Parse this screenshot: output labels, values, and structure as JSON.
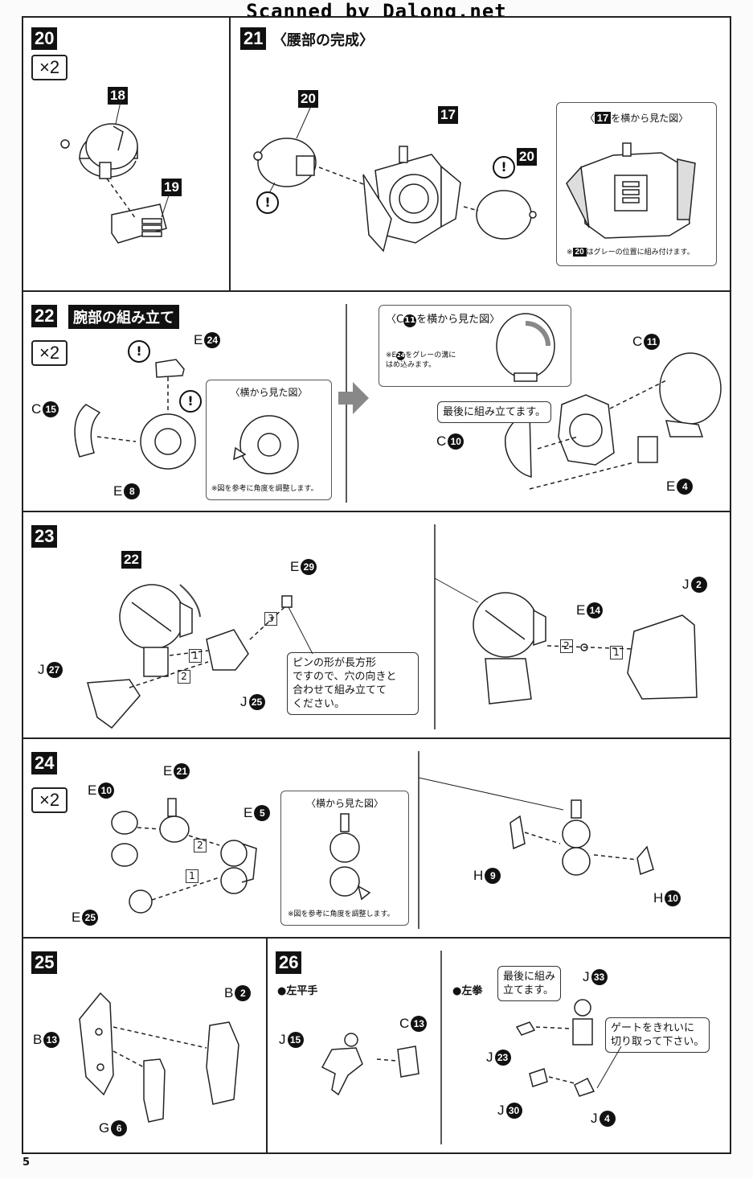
{
  "banner": "Scanned by Dalong.net",
  "page_number": "5",
  "steps": {
    "s20": {
      "num": "20",
      "mult": "×2",
      "parts": {
        "a": "18",
        "b": "19"
      }
    },
    "s21": {
      "num": "21",
      "title": "〈腰部の完成〉",
      "parts": {
        "a": "20",
        "b": "17",
        "c": "20"
      },
      "inset_title_pre": "〈",
      "inset_title_num": "17",
      "inset_title_post": "を横から見た図〉",
      "inset_note_pre": "※",
      "inset_note_num": "20",
      "inset_note_post": "はグレーの位置に組み付けます。"
    },
    "s22": {
      "num": "22",
      "title": "腕部の組み立て",
      "mult": "×2",
      "labels": {
        "e24_l": "E",
        "e24_n": "24",
        "c15_l": "C",
        "c15_n": "15",
        "e8_l": "E",
        "e8_n": "8",
        "c11_l": "C",
        "c11_n": "11",
        "c10_l": "C",
        "c10_n": "10",
        "e4_l": "E",
        "e4_n": "4"
      },
      "side_title": "〈横から見た図〉",
      "side_note": "※図を参考に角度を調整します。",
      "inset2_title_pre": "〈C",
      "inset2_title_num": "11",
      "inset2_title_post": "を横から見た図〉",
      "inset2_note_line1_pre": "※E",
      "inset2_note_line1_num": "24",
      "inset2_note_line1_post": "をグレーの溝に",
      "inset2_note_line2": "はめ込みます。",
      "callout": "最後に組み立てます。"
    },
    "s23": {
      "num": "23",
      "part": "22",
      "labels": {
        "e29_l": "E",
        "e29_n": "29",
        "j27_l": "J",
        "j27_n": "27",
        "j25_l": "J",
        "j25_n": "25",
        "e14_l": "E",
        "e14_n": "14",
        "j2_l": "J",
        "j2_n": "2"
      },
      "seq": [
        "1",
        "2",
        "3"
      ],
      "callout_lines": [
        "ピンの形が長方形",
        "ですので、穴の向きと",
        "合わせて組み立てて",
        "ください。"
      ]
    },
    "s24": {
      "num": "24",
      "mult": "×2",
      "labels": {
        "e10_l": "E",
        "e10_n": "10",
        "e21_l": "E",
        "e21_n": "21",
        "e5_l": "E",
        "e5_n": "5",
        "e25_l": "E",
        "e25_n": "25",
        "h9_l": "H",
        "h9_n": "9",
        "h10_l": "H",
        "h10_n": "10"
      },
      "seq": [
        "1",
        "2"
      ],
      "side_title": "〈横から見た図〉",
      "side_note": "※図を参考に角度を調整します。"
    },
    "s25": {
      "num": "25",
      "labels": {
        "b2_l": "B",
        "b2_n": "2",
        "b13_l": "B",
        "b13_n": "13",
        "g6_l": "G",
        "g6_n": "6"
      }
    },
    "s26": {
      "num": "26",
      "left_sub": "●左平手",
      "right_sub": "●左拳",
      "labels": {
        "j15_l": "J",
        "j15_n": "15",
        "c13_l": "C",
        "c13_n": "13",
        "j33_l": "J",
        "j33_n": "33",
        "j23_l": "J",
        "j23_n": "23",
        "j30_l": "J",
        "j30_n": "30",
        "j4_l": "J",
        "j4_n": "4"
      },
      "callout1_lines": [
        "最後に組み",
        "立てます。"
      ],
      "callout2_lines": [
        "ゲートをきれいに",
        "切り取って下さい。"
      ]
    }
  },
  "warn_symbol": "!"
}
